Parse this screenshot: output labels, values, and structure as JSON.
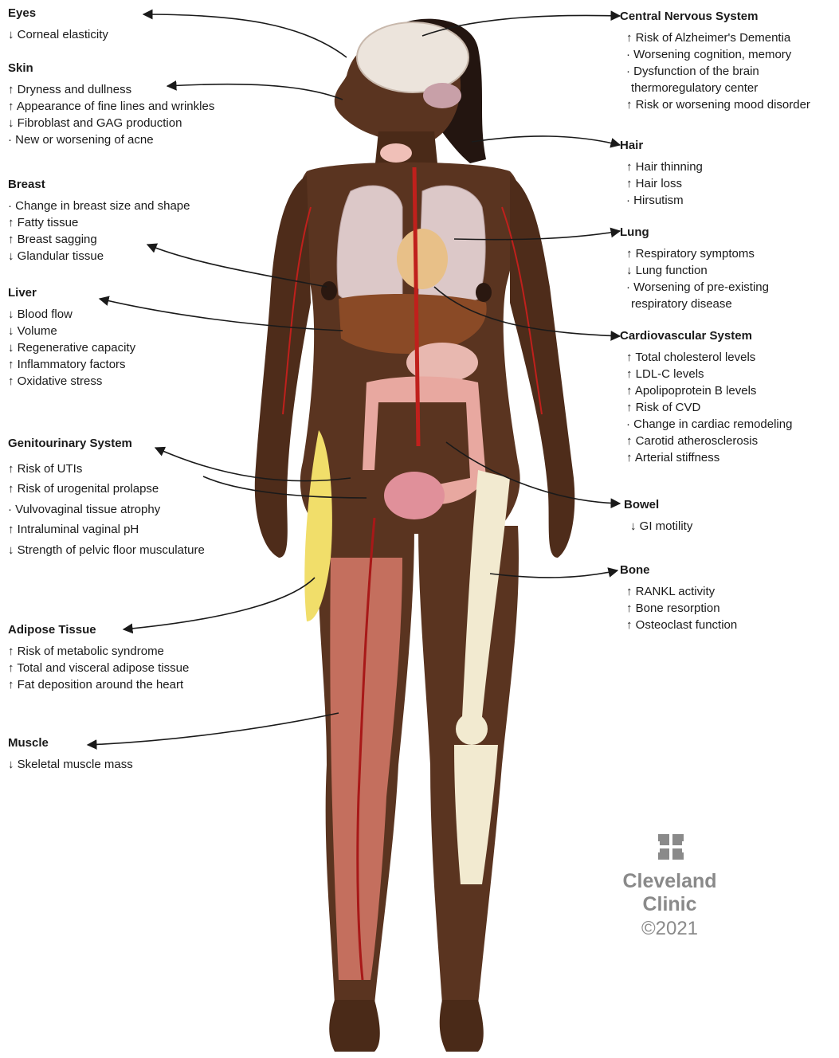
{
  "sections": {
    "eyes": {
      "title": "Eyes",
      "items": [
        "↓ Corneal elasticity"
      ]
    },
    "skin": {
      "title": "Skin",
      "items": [
        "↑ Dryness and dullness",
        "↑ Appearance of fine lines and wrinkles",
        "↓ Fibroblast and GAG production",
        "· New or worsening of acne"
      ]
    },
    "breast": {
      "title": "Breast",
      "items": [
        "· Change in breast size and shape",
        "↑ Fatty tissue",
        "↑ Breast sagging",
        "↓ Glandular tissue"
      ]
    },
    "liver": {
      "title": "Liver",
      "items": [
        "↓ Blood flow",
        "↓ Volume",
        "↓ Regenerative capacity",
        "↑ Inflammatory factors",
        "↑ Oxidative stress"
      ]
    },
    "genitourinary": {
      "title": "Genitourinary System",
      "items": [
        "↑ Risk of UTIs",
        "↑ Risk of urogenital prolapse",
        "· Vulvovaginal tissue atrophy",
        "↑ Intraluminal vaginal pH",
        "↓ Strength of pelvic floor musculature"
      ]
    },
    "adipose": {
      "title": "Adipose Tissue",
      "items": [
        "↑ Risk of metabolic syndrome",
        "↑ Total and visceral adipose tissue",
        "↑ Fat deposition around the heart"
      ]
    },
    "muscle": {
      "title": "Muscle",
      "items": [
        "↓ Skeletal muscle mass"
      ]
    },
    "cns": {
      "title": "Central Nervous System",
      "items": [
        "↑ Risk of Alzheimer's Dementia",
        "· Worsening cognition, memory",
        "· Dysfunction of the brain",
        "  thermoregulatory center",
        "↑ Risk or worsening mood disorder"
      ]
    },
    "hair": {
      "title": "Hair",
      "items": [
        "↑ Hair thinning",
        "↑ Hair loss",
        "· Hirsutism"
      ]
    },
    "lung": {
      "title": "Lung",
      "items": [
        "↑ Respiratory symptoms",
        "↓ Lung function",
        "· Worsening of pre-existing",
        "  respiratory disease"
      ]
    },
    "cardio": {
      "title": "Cardiovascular System",
      "items": [
        "↑ Total cholesterol levels",
        "↑ LDL-C levels",
        "↑ Apolipoprotein B levels",
        "↑ Risk of CVD",
        "· Change in cardiac remodeling",
        "↑ Carotid atherosclerosis",
        "↑ Arterial stiffness"
      ]
    },
    "bowel": {
      "title": "Bowel",
      "items": [
        "↓ GI motility"
      ]
    },
    "bone": {
      "title": "Bone",
      "items": [
        "↑ RANKL activity",
        "↑ Bone resorption",
        "↑ Osteoclast function"
      ]
    }
  },
  "logo": {
    "line1": "Cleveland",
    "line2": "Clinic",
    "copyright": "©2021",
    "icon": "cleveland-clinic-cross-icon",
    "color": "#8a8a8a"
  },
  "colors": {
    "skin": "#5a3420",
    "skin_dark": "#3e2214",
    "brain": "#ece4dc",
    "lung": "#dcc8c8",
    "liver": "#8a4a26",
    "colon": "#e8a8a0",
    "bone": "#f2ead0",
    "muscle": "#d77a6a",
    "fat": "#f1de6a",
    "artery": "#c0201c"
  }
}
